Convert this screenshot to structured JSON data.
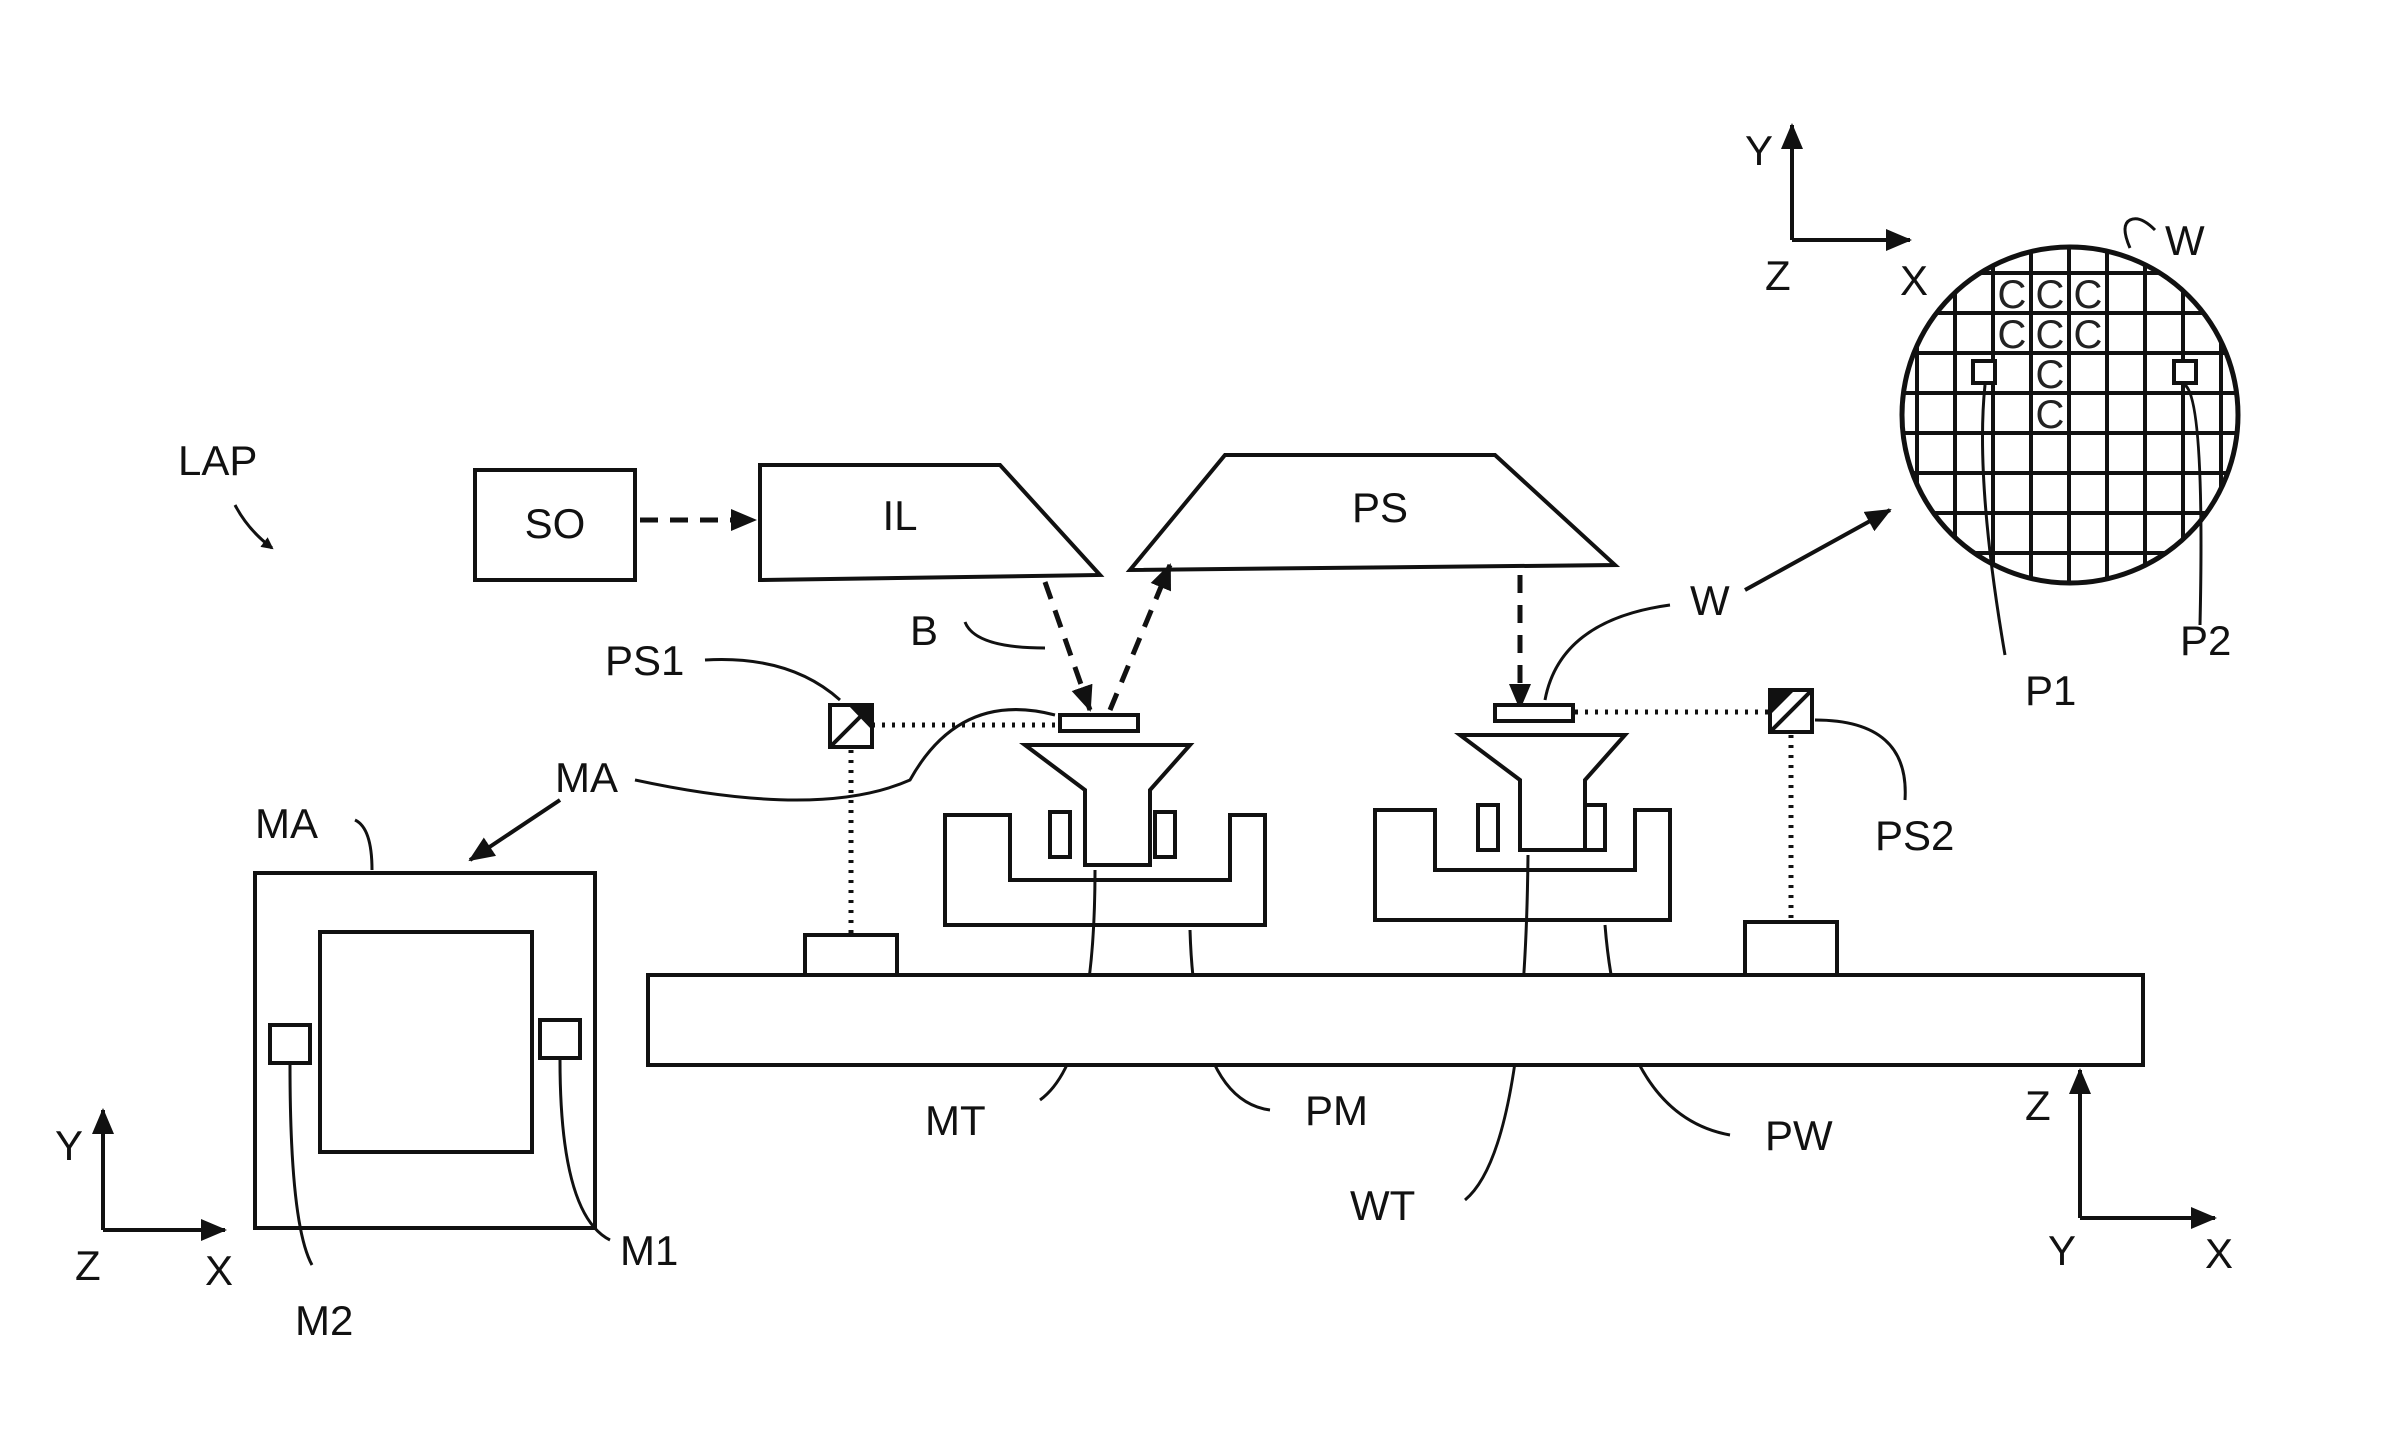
{
  "labels": {
    "lap": "LAP",
    "so": "SO",
    "il": "IL",
    "ps": "PS",
    "b": "B",
    "ps1": "PS1",
    "ps2": "PS2",
    "ma_callout": "MA",
    "ma_box": "MA",
    "w_callout": "W",
    "w_wafer": "W",
    "mt": "MT",
    "pm": "PM",
    "wt": "WT",
    "pw": "PW",
    "m1": "M1",
    "m2": "M2",
    "p1": "P1",
    "p2": "P2"
  },
  "die_label": "C",
  "axes": {
    "top_right": {
      "up": "Y",
      "right": "X",
      "out": "Z"
    },
    "bottom_left": {
      "up": "Y",
      "right": "X",
      "out": "Z"
    },
    "bottom_right": {
      "up": "Z",
      "right": "X",
      "out": "Y"
    }
  },
  "colors": {
    "ink": "#111111",
    "background": "#ffffff"
  }
}
